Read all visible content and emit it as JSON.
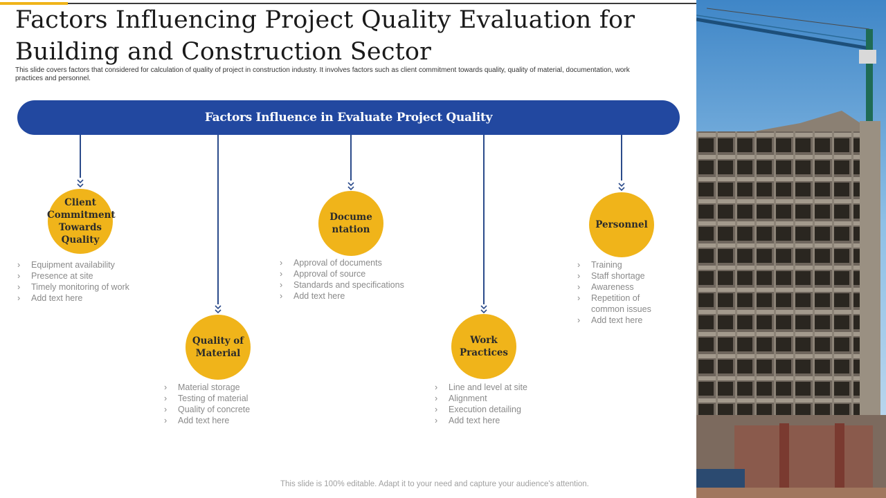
{
  "slide": {
    "title": "Factors Influencing Project Quality Evaluation for Building and Construction Sector",
    "subtitle": "This slide covers factors that considered for calculation of quality of project in construction industry. It involves factors such as client commitment towards quality, quality of material, documentation, work practices and personnel.",
    "banner": "Factors Influence in Evaluate Project Quality",
    "footer": "This slide is 100% editable. Adapt it to your need and capture your audience's attention."
  },
  "colors": {
    "banner": "#2248a0",
    "circle": "#f0b41a",
    "connector": "#2a4a8a",
    "accent": "#f0b41a"
  },
  "factors": [
    {
      "label": "Client Commitment Towards Quality",
      "items": [
        "Equipment availability",
        "Presence at site",
        "Timely monitoring of work",
        "Add text here"
      ]
    },
    {
      "label": "Quality of Material",
      "items": [
        "Material storage",
        "Testing of material",
        "Quality of concrete",
        "Add text here"
      ]
    },
    {
      "label": "Docume ntation",
      "items": [
        "Approval  of documents",
        "Approval  of source",
        "Standards and specifications",
        "Add text here"
      ]
    },
    {
      "label": "Work Practices",
      "items": [
        "Line and level at site",
        "Alignment",
        "Execution detailing",
        "Add text here"
      ]
    },
    {
      "label": "Personnel",
      "items": [
        "Training",
        "Staff shortage",
        "Awareness",
        "Repetition of common issues",
        "Add text here"
      ]
    }
  ],
  "bullet_marker": "›",
  "photo": {
    "icon": "construction-building-photo"
  }
}
